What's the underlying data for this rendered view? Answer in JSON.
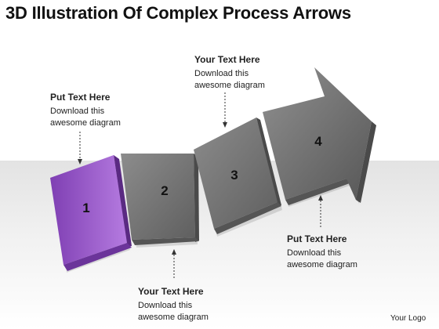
{
  "title": "3D Illustration Of Complex Process Arrows",
  "steps": [
    {
      "number": "1",
      "color": "#9b59c9"
    },
    {
      "number": "2",
      "color": "#7d7d7d"
    },
    {
      "number": "3",
      "color": "#7d7d7d"
    },
    {
      "number": "4",
      "color": "#7d7d7d"
    }
  ],
  "callouts": [
    {
      "heading": "Put Text Here",
      "body": "Download this\nawesome diagram"
    },
    {
      "heading": "Your Text Here",
      "body": "Download this\nawesome diagram"
    },
    {
      "heading": "Your Text Here",
      "body": "Download this\nawesome diagram"
    },
    {
      "heading": "Put Text Here",
      "body": "Download this\nawesome diagram"
    }
  ],
  "logo": "Your Logo"
}
